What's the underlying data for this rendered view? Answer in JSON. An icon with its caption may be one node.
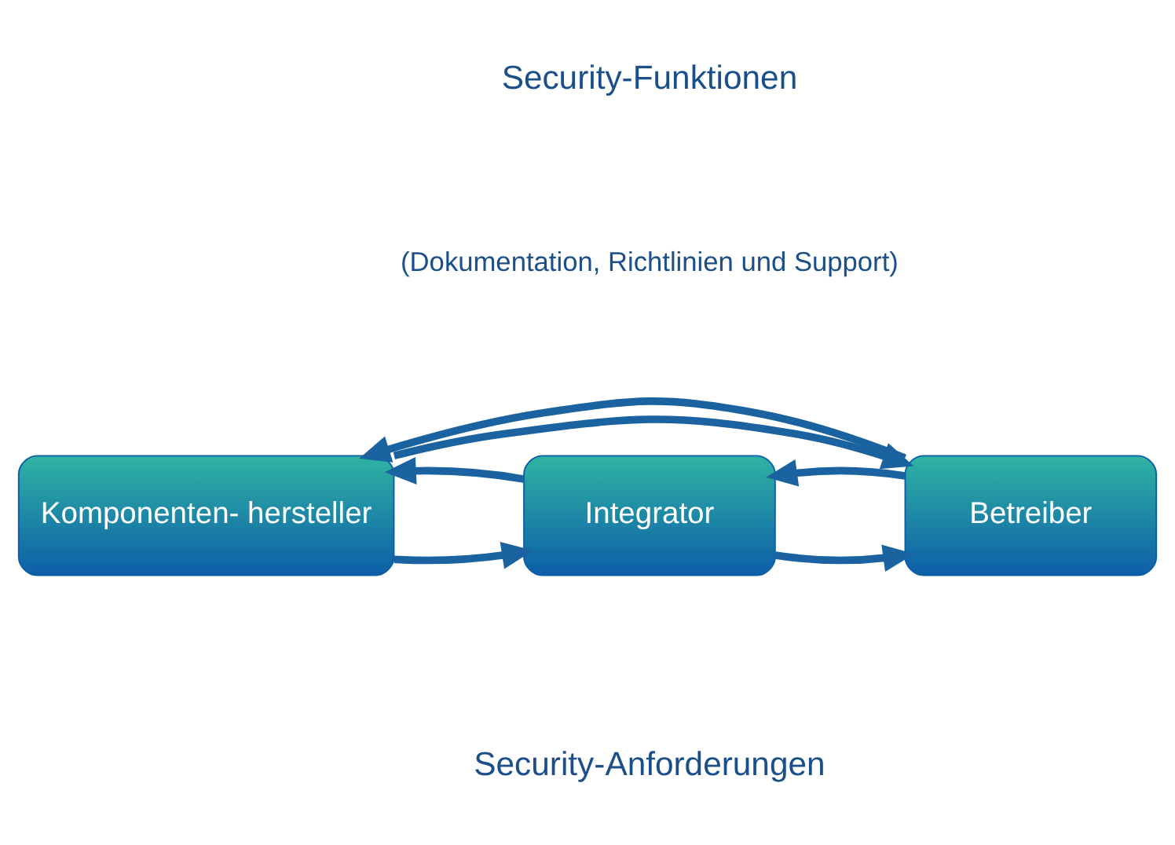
{
  "diagram": {
    "nodes": [
      {
        "text": [
          "Komponenten- hersteller"
        ]
      },
      {
        "text": [
          "Integrator"
        ]
      },
      {
        "text": [
          "Betreiber"
        ]
      }
    ],
    "edges": [
      {
        "from": 0,
        "to": 2,
        "arrow": "to"
      },
      {
        "from": 0,
        "to": 1,
        "arrow": "to"
      },
      {
        "from": 1,
        "to": 2,
        "arrow": "to"
      },
      {
        "from": 2,
        "to": 0,
        "arrow": "to"
      },
      {
        "from": 1,
        "to": 0,
        "arrow": "to"
      },
      {
        "from": 2,
        "to": 1,
        "arrow": "to"
      }
    ],
    "labels": [
      "Security-Funktionen",
      "(Dokumentation, Richtlinien und Support)",
      "Security-Anforderungen"
    ]
  }
}
